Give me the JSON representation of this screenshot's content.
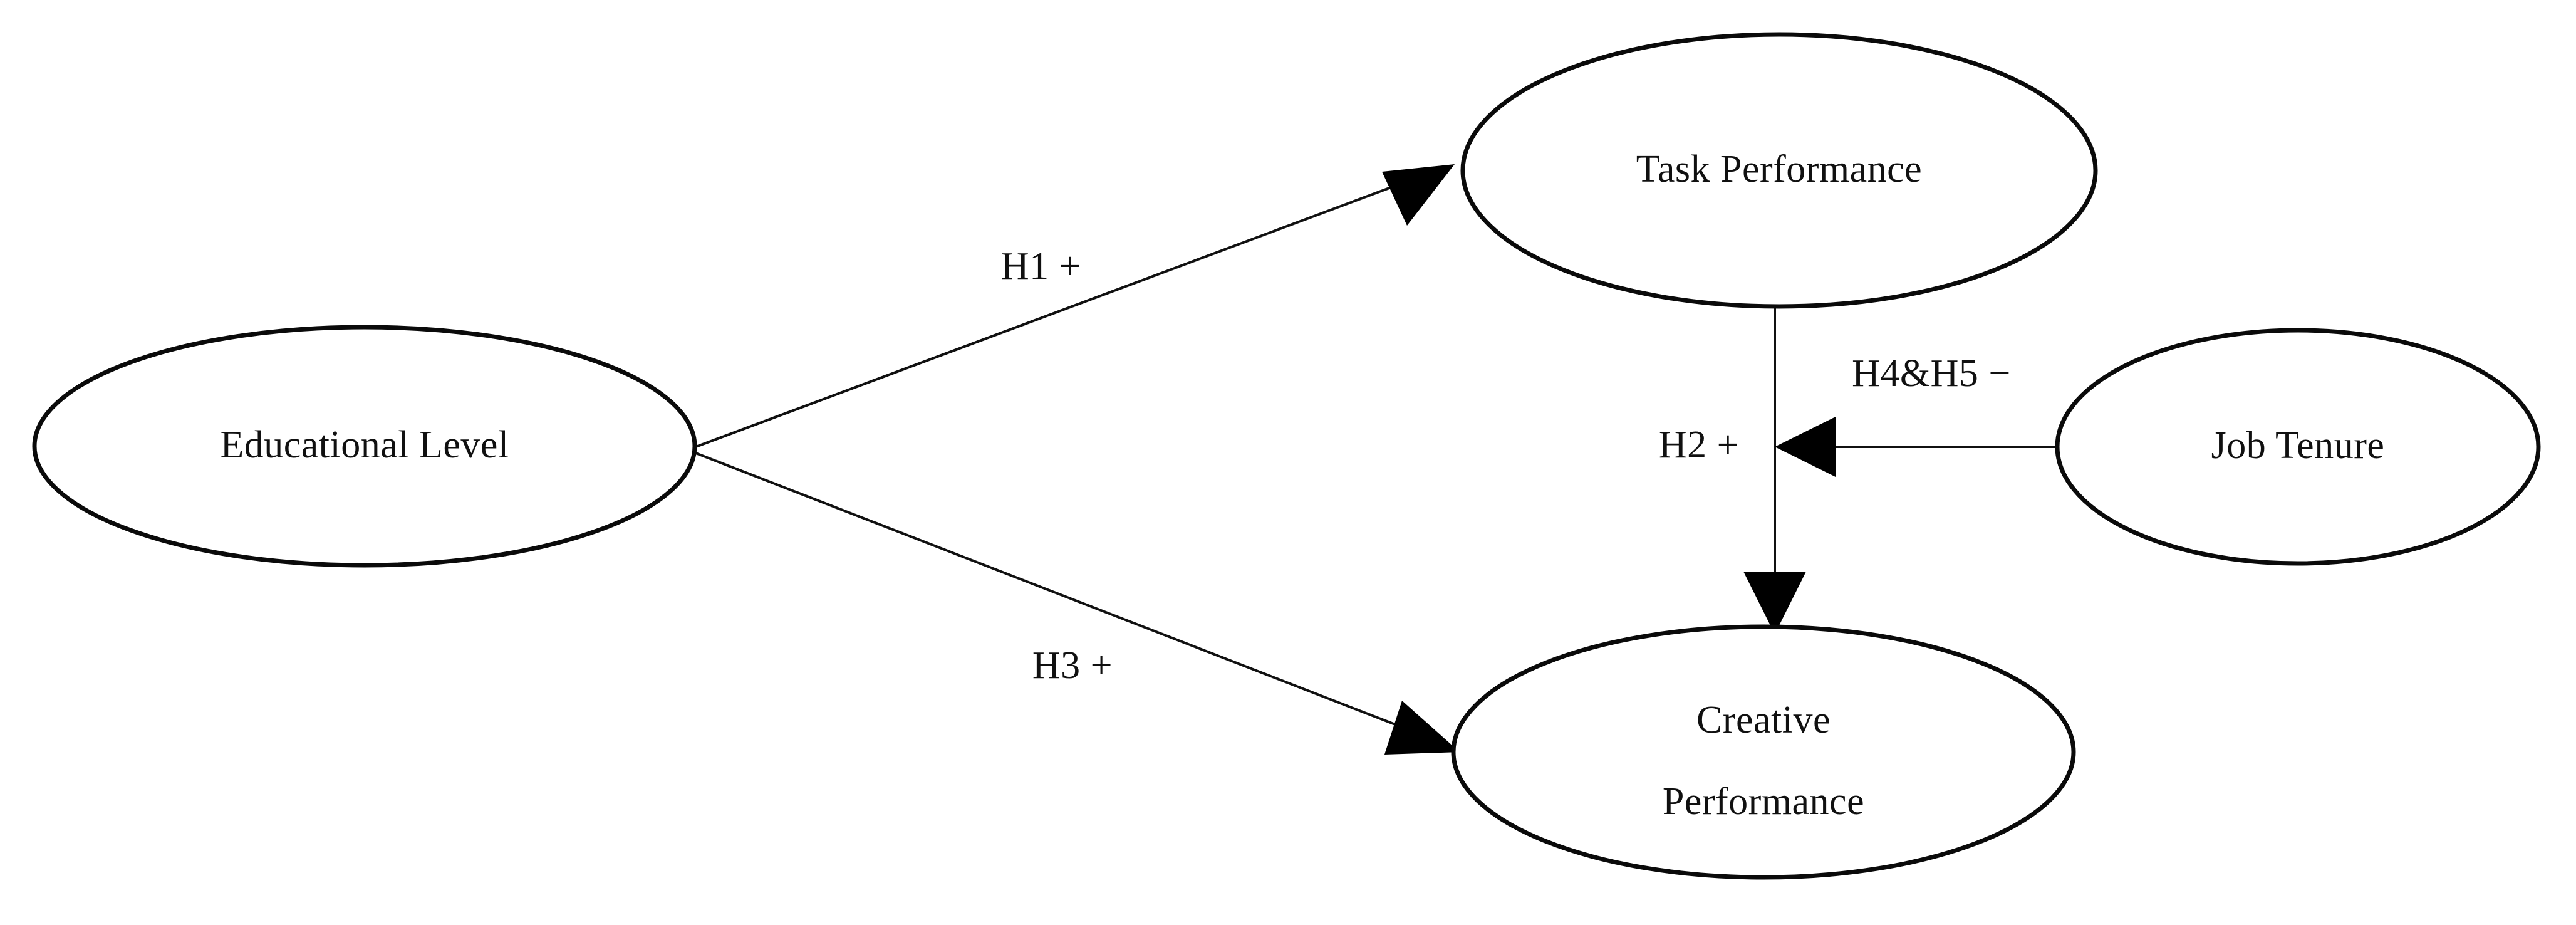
{
  "diagram": {
    "type": "conceptual-research-model",
    "background_color": "#ffffff",
    "node_stroke_color": "#0a0a0a",
    "path_stroke_color": "#111111",
    "text_color": "#101010"
  },
  "nodes": {
    "educational_level": {
      "label": "Educational Level"
    },
    "task_performance": {
      "label": "Task Performance"
    },
    "creative_performance": {
      "label_line1": "Creative",
      "label_line2": "Performance"
    },
    "job_tenure": {
      "label": "Job Tenure"
    }
  },
  "paths": {
    "h1": {
      "label": "H1 +"
    },
    "h2": {
      "label": "H2 +"
    },
    "h3": {
      "label": "H3 +"
    },
    "h4h5": {
      "label": "H4&H5 −"
    }
  }
}
